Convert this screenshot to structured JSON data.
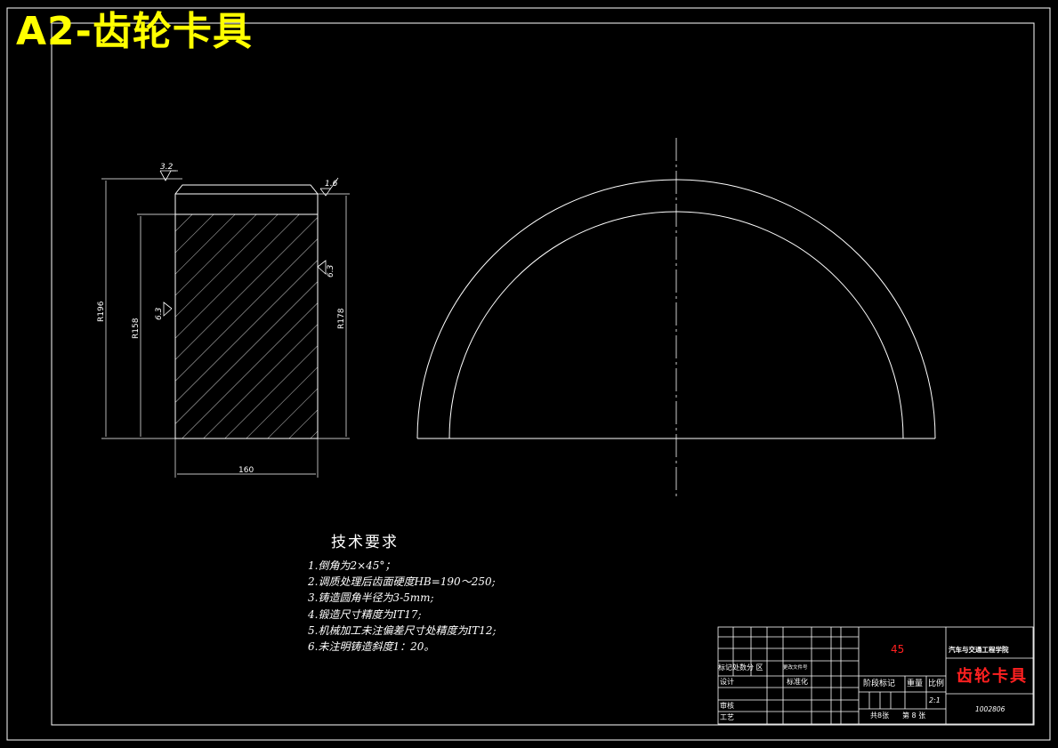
{
  "sheet_title": "A2-齿轮卡具",
  "drawing": {
    "section_view": {
      "dimensions": {
        "width": "160",
        "left_outer": "R196",
        "left_inner": "R158",
        "right": "R178"
      },
      "roughness": {
        "top_left": "3.2",
        "top_right": "1.6",
        "side_right": "6.3",
        "side_left": "6.3"
      }
    }
  },
  "technical_requirements": {
    "title": "技术要求",
    "items": [
      "1.倒角为2×45°；",
      "2.调质处理后齿面硬度HB=190～250;",
      "3.铸造圆角半径为3-5mm;",
      "4.锻造尺寸精度为IT17;",
      "5.机械加工未注偏差尺寸处精度为IT12;",
      "6.未注明铸造斜度1：20。"
    ]
  },
  "title_block": {
    "material": "45",
    "school": "汽车与交通工程学院",
    "part_name": "齿轮卡具",
    "drawing_number": "1002806",
    "scale": "2:1",
    "labels": {
      "revision": "标记处数分 区",
      "change_doc": "更改文件号",
      "design": "设计",
      "standardization": "标准化",
      "stage_mark": "阶段标记",
      "weight": "重量",
      "scale": "比例",
      "check": "审核",
      "process": "工艺",
      "sheet_total": "共8张",
      "sheet_no": "第 8 张"
    }
  }
}
